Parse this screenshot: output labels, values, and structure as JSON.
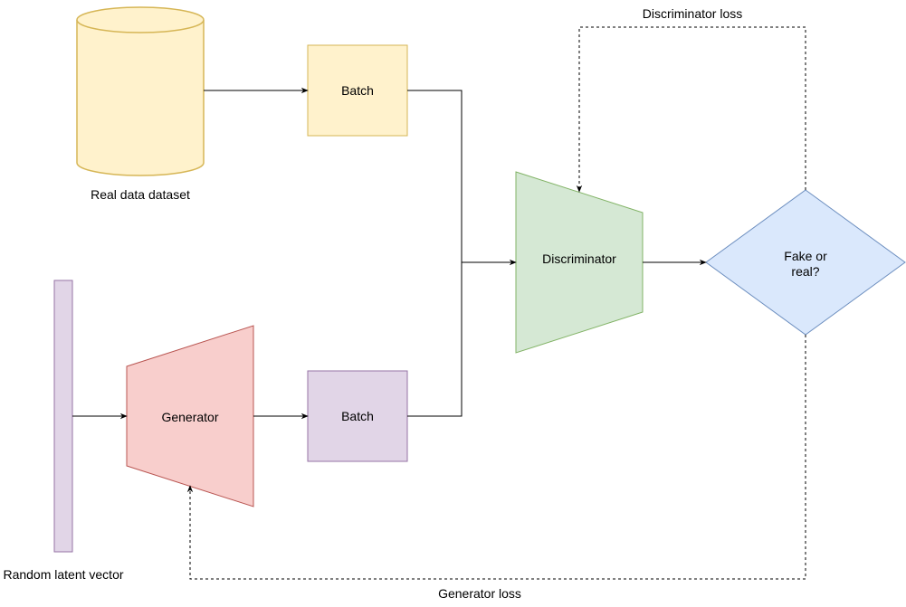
{
  "nodes": {
    "dataset": {
      "label": "Real data dataset",
      "fill": "#fff2cc",
      "stroke": "#d6b656"
    },
    "real_batch": {
      "label": "Batch",
      "fill": "#fff2cc",
      "stroke": "#d6b656"
    },
    "latent_vector": {
      "label": "Random latent vector",
      "fill": "#e1d5e7",
      "stroke": "#9673a6"
    },
    "generator": {
      "label": "Generator",
      "fill": "#f8cecc",
      "stroke": "#b85450"
    },
    "fake_batch": {
      "label": "Batch",
      "fill": "#e1d5e7",
      "stroke": "#9673a6"
    },
    "discriminator": {
      "label": "Discriminator",
      "fill": "#d5e8d4",
      "stroke": "#82b366"
    },
    "decision": {
      "label_line1": "Fake or",
      "label_line2": "real?",
      "fill": "#dae8fc",
      "stroke": "#6c8ebf"
    }
  },
  "edges": {
    "discriminator_loss": {
      "label": "Discriminator loss",
      "style": "dashed"
    },
    "generator_loss": {
      "label": "Generator loss",
      "style": "dashed"
    }
  }
}
